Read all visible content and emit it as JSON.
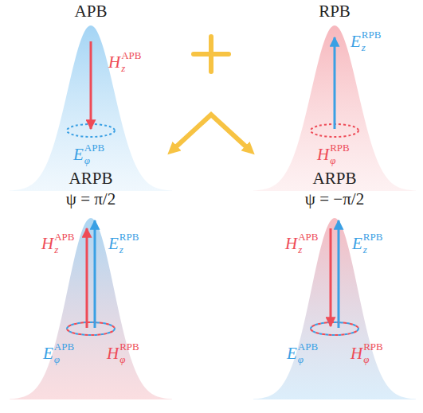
{
  "diagram": {
    "nodes": [
      {
        "text": [
          "APB",
          "H",
          "z",
          "APB",
          "E",
          "φ",
          "APB"
        ]
      },
      {
        "text": [
          "RPB",
          "E",
          "z",
          "RPB",
          "H",
          "φ",
          "RPB"
        ]
      },
      {
        "text": [
          "ARPB",
          "ψ = π/2",
          "H",
          "z",
          "APB",
          "E",
          "z",
          "RPB",
          "E",
          "φ",
          "APB",
          "H",
          "φ",
          "RPB"
        ]
      },
      {
        "text": [
          "ARPB",
          "ψ = −π/2",
          "H",
          "z",
          "APB",
          "E",
          "z",
          "RPB",
          "E",
          "φ",
          "APB",
          "H",
          "φ",
          "RPB"
        ]
      }
    ]
  }
}
